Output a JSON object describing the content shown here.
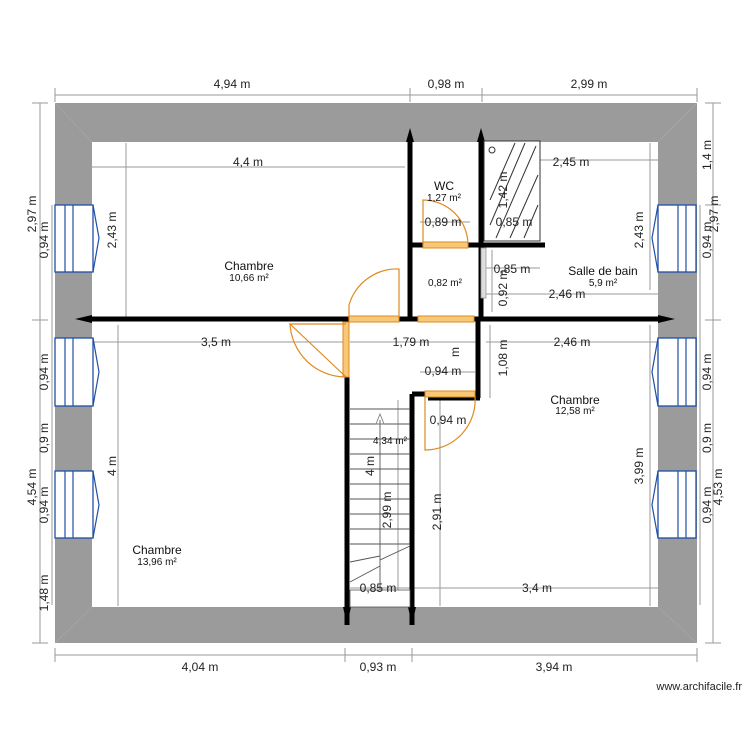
{
  "plan": {
    "rooms": [
      {
        "name": "Chambre",
        "area": "10,66 m²"
      },
      {
        "name": "WC",
        "area": "1,27 m²"
      },
      {
        "name": "Salle de bain",
        "area": "5,9 m²"
      },
      {
        "name": "Chambre",
        "area": "12,58 m²"
      },
      {
        "name": "Chambre",
        "area": "13,96 m²"
      }
    ],
    "landing_area": "0,82 m²",
    "stair_area": "4,34 m²",
    "dimensions": {
      "top": [
        "4,94 m",
        "0,98 m",
        "2,99 m"
      ],
      "bottom": [
        "4,04 m",
        "0,93 m",
        "3,94 m"
      ],
      "left_outer": [
        "2,97 m",
        "4,54 m"
      ],
      "left_inner": [
        "0,94 m",
        "0,94 m",
        "0,9 m",
        "0,94 m",
        "1,48 m"
      ],
      "right_outer": [
        "1,4 m",
        "2,97 m",
        "4,53 m"
      ],
      "right_inner": [
        "0,94 m",
        "0,94 m",
        "0,9 m",
        "0,94 m"
      ],
      "chambre1_width": "4,4 m",
      "chambre1_height": "2,43 m",
      "wc_width": "0,89 m",
      "shower_height": "1,42 m",
      "shower_width": "0,85 m",
      "sdb_width_top": "2,45 m",
      "sdb_height": "2,43 m",
      "sdb_lower_width": "2,46 m",
      "sdb_hall_height": "0,92 m",
      "sdb_door": "0,85 m",
      "row_widths": [
        "3,5 m",
        "1,79 m",
        "2,46 m"
      ],
      "hall_small": "m",
      "hall_door": "0,94 m",
      "hall_height": "1,08 m",
      "chambre2_door": "0,94 m",
      "chambre3_height": "4 m",
      "stair_height_a": "4 m",
      "stair_height_b": "2,99 m",
      "hall_lower_height": "2,91 m",
      "chambre2_height": "3,99 m",
      "stair_bottom_width": "0,85 m",
      "chambre2_bottom_width": "3,4 m"
    },
    "watermark": "www.archifacile.fr"
  }
}
